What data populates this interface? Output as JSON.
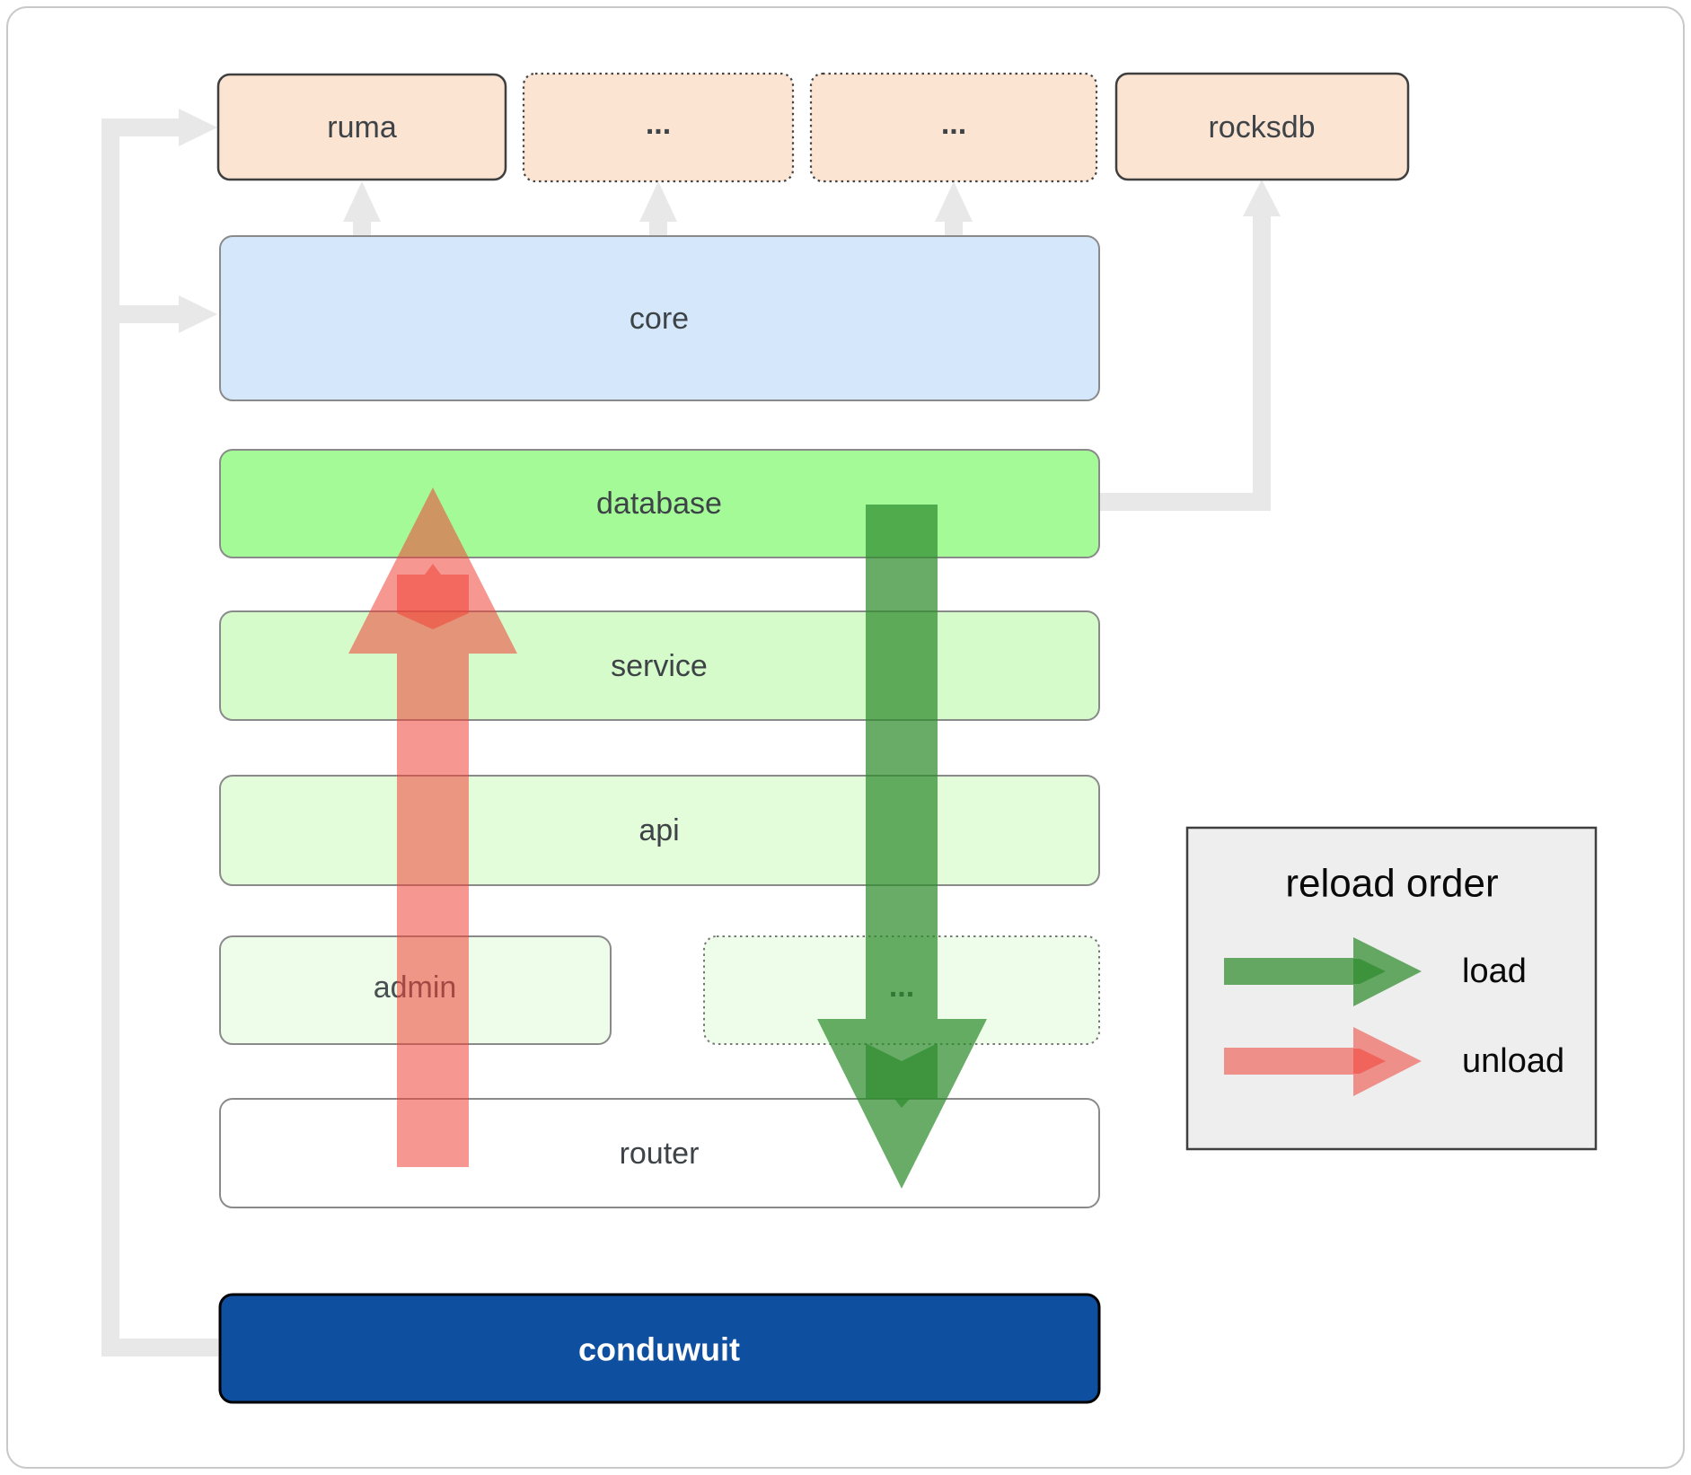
{
  "figure": {
    "boxes": {
      "ruma": {
        "label": "ruma"
      },
      "dep2": {
        "label": "..."
      },
      "dep3": {
        "label": "..."
      },
      "rocksdb": {
        "label": "rocksdb"
      },
      "core": {
        "label": "core"
      },
      "database": {
        "label": "database"
      },
      "service": {
        "label": "service"
      },
      "api": {
        "label": "api"
      },
      "admin": {
        "label": "admin"
      },
      "service_other": {
        "label": "..."
      },
      "router": {
        "label": "router"
      },
      "conduwuit": {
        "label": "conduwuit"
      }
    },
    "colors": {
      "dependency_fill": "#fce4d2",
      "core_fill": "#d5e8fb",
      "database_fill": "#a5fa98",
      "service_fill": "#d6fbca",
      "api_fill": "#e3fcda",
      "faint_fill": "#eefde9",
      "router_fill": "#ffffff",
      "conduwuit_fill": "#0f4f9f",
      "conduwuit_text": "#ffffff",
      "connector_gray": "#e8e8e8",
      "load_green": "#2e8c2e",
      "unload_red": "#f04137",
      "legend_fill": "#eeeeee",
      "label_text": "#3d4347"
    }
  },
  "legend": {
    "title": "reload order",
    "load_label": "load",
    "unload_label": "unload"
  }
}
